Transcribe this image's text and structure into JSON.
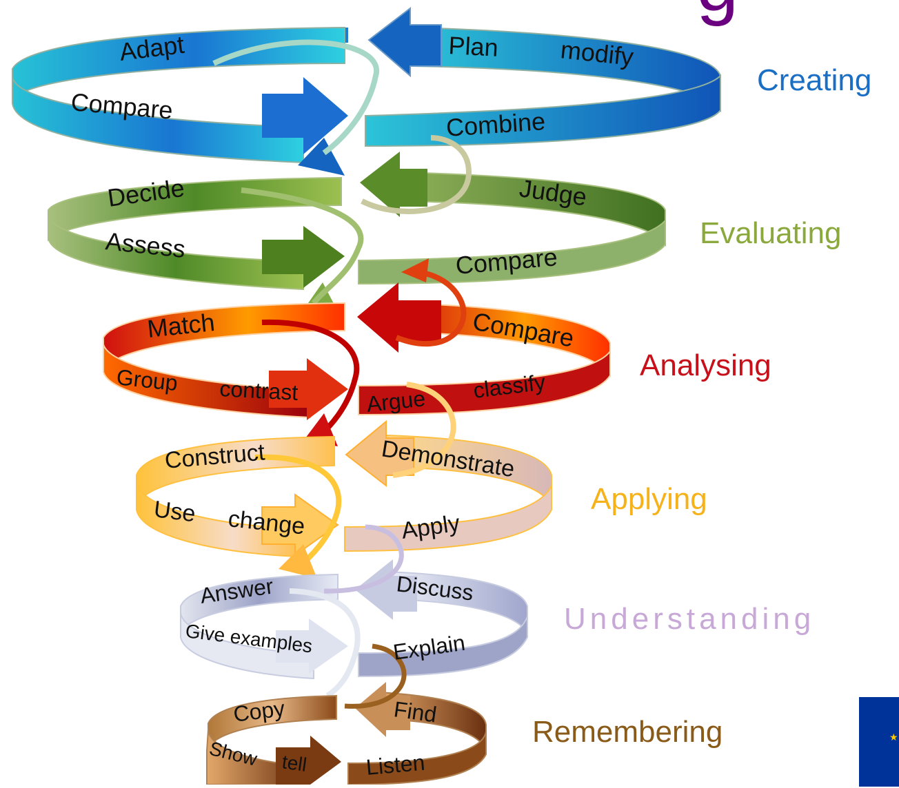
{
  "title_fragment": "g",
  "levels": [
    {
      "name": "Creating",
      "color": "#1a6fc4",
      "words": [
        "Adapt",
        "Plan",
        "modify",
        "Compare",
        "Combine"
      ]
    },
    {
      "name": "Evaluating",
      "color": "#8aa83c",
      "words": [
        "Decide",
        "Judge",
        "Assess",
        "Compare"
      ]
    },
    {
      "name": "Analysing",
      "color": "#c8101a",
      "words": [
        "Match",
        "Compare",
        "Group",
        "contrast",
        "Argue",
        "classify"
      ]
    },
    {
      "name": "Applying",
      "color": "#f6b21a",
      "words": [
        "Construct",
        "Demonstrate",
        "Use",
        "change",
        "Apply"
      ]
    },
    {
      "name": "Understanding",
      "color": "#c7a8d6",
      "words": [
        "Answer",
        "Discuss",
        "Give examples",
        "Explain"
      ]
    },
    {
      "name": "Remembering",
      "color": "#8a5a18",
      "words": [
        "Copy",
        "Find",
        "Show",
        "tell",
        "Listen"
      ]
    }
  ],
  "colors": {
    "creating_light": "#2ec6d8",
    "creating_dark": "#1565c0",
    "evaluating_light": "#a9c27a",
    "evaluating_dark": "#4e7a22",
    "analysing_light": "#ffb000",
    "analysing_dark": "#b8000f",
    "applying_light": "#ffd27a",
    "applying_dark": "#c9a49a",
    "understanding_light": "#dfe3f2",
    "understanding_dark": "#9aa0c6",
    "remembering_light": "#e0b17a",
    "remembering_dark": "#7a3f12",
    "flag": "#003399"
  }
}
